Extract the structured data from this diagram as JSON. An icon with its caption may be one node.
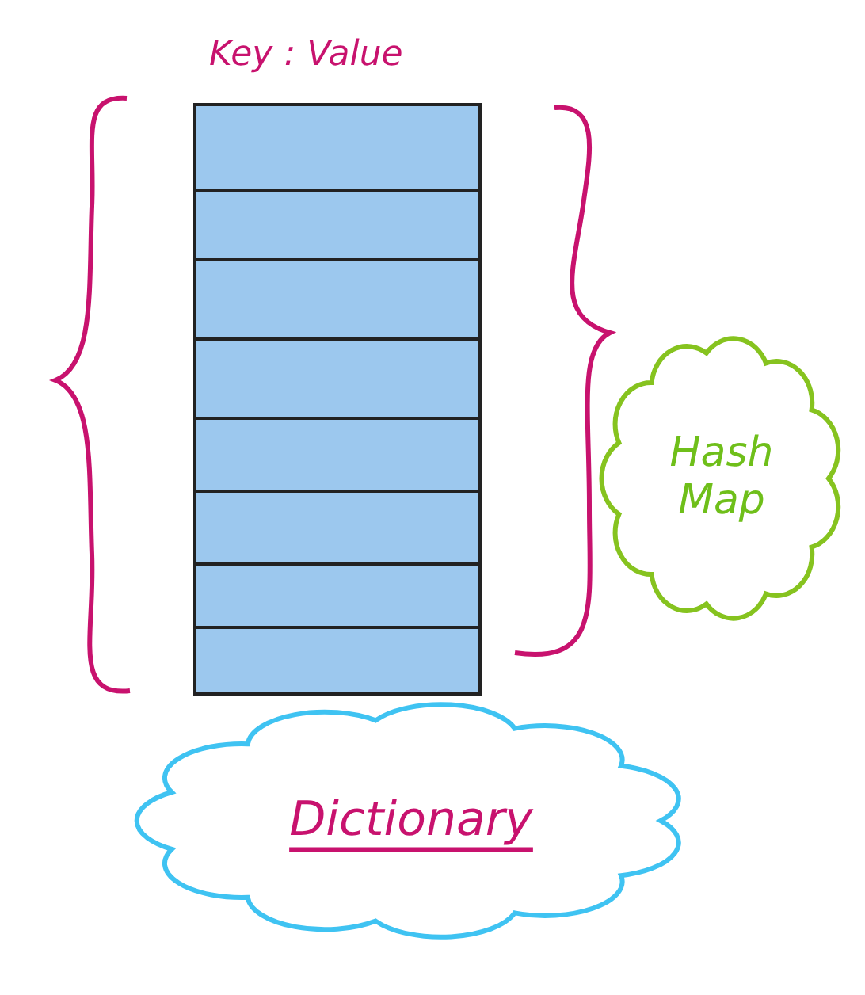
{
  "diagram": {
    "nodes": [
      {
        "text": [
          "Key : Value"
        ]
      },
      {
        "text": [
          "Hash Map"
        ]
      },
      {
        "text": [
          "Dictionary"
        ]
      }
    ]
  }
}
